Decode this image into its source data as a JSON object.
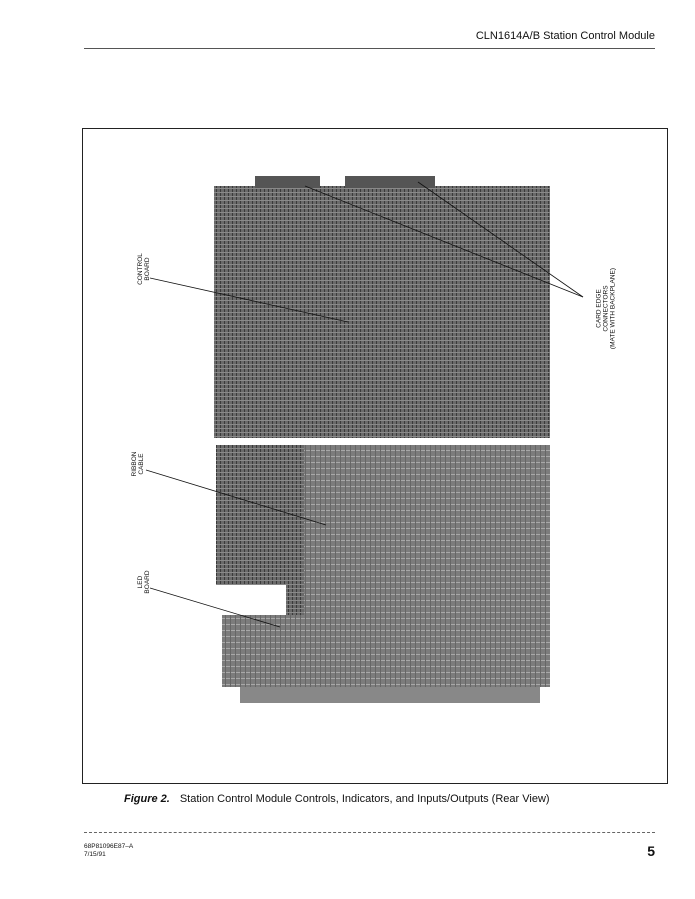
{
  "header": {
    "title": "CLN1614A/B Station Control Module"
  },
  "figure": {
    "labels": {
      "control_board": [
        "CONTROL",
        "BOARD"
      ],
      "ribbon_cable": [
        "RIBBON",
        "CABLE"
      ],
      "led_board": [
        "LED",
        "BOARD"
      ],
      "card_edge": [
        "CARD EDGE",
        "CONNECTORS",
        "(MATE WITH BACKPLANE)"
      ]
    },
    "caption_number": "Figure 2.",
    "caption_text": "Station Control Module Controls, Indicators, and Inputs/Outputs (Rear View)"
  },
  "footer": {
    "doc_number": "68P81096E87–A",
    "date": "7/15/91",
    "page": "5"
  }
}
